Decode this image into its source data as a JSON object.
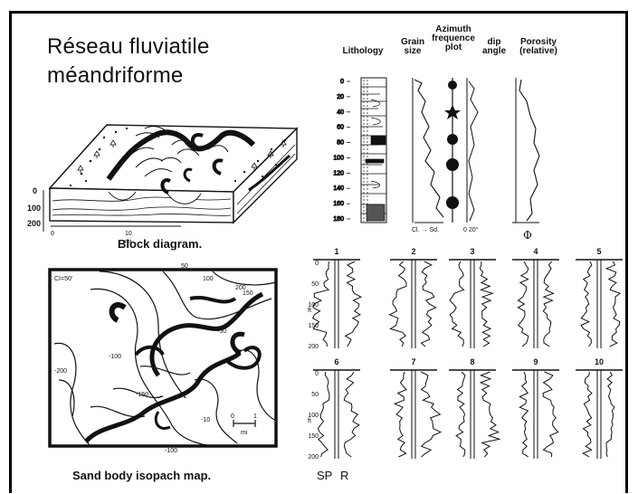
{
  "slide": {
    "title_line1": "Réseau fluviatile",
    "title_line2": "méandriforme"
  },
  "block_diagram": {
    "caption": "Block diagram.",
    "depth_ticks": [
      "0",
      "100",
      "200"
    ],
    "distance_ticks": [
      "0",
      "10",
      "mi"
    ]
  },
  "log_header": {
    "lithology": "Lithology",
    "grain_size": "Grain size",
    "azimuth": "Azimuth frequence plot",
    "dip": "dip angle",
    "porosity": "Porosity (relative)",
    "depth_ticks": [
      "0",
      "20",
      "40",
      "60",
      "80",
      "100",
      "120",
      "140",
      "160",
      "180"
    ],
    "grain_axis": "Cl. → Sd.",
    "dip_axis": "0    20°",
    "phi": "Φ"
  },
  "isopach_map": {
    "caption": "Sand body isopach map.",
    "ci_label": "CI=50'",
    "contours": [
      "50",
      "100",
      "150",
      "200",
      "-100",
      "-150",
      "-10",
      "-50",
      "-200",
      "-100"
    ],
    "scale": [
      "0",
      "1",
      "mi"
    ]
  },
  "wells": {
    "row1": [
      "1",
      "2",
      "3",
      "4",
      "5"
    ],
    "row2": [
      "6",
      "7",
      "8",
      "9",
      "10"
    ],
    "depth_ticks_row1": [
      "0",
      "50",
      "100",
      "150",
      "200"
    ],
    "depth_ticks_row2": [
      "0",
      "50",
      "100",
      "150",
      "200"
    ],
    "unit": "ft"
  },
  "legend": {
    "sp": "SP",
    "r": "R"
  }
}
